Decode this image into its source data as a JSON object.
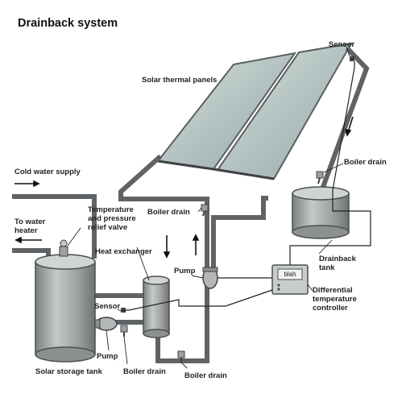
{
  "title": "Drainback system",
  "labels": {
    "sensor_top": "Sensor",
    "solar_panels": "Solar thermal panels",
    "boiler_drain_right": "Boiler drain",
    "cold_water_supply": "Cold water supply",
    "to_water_heater": [
      "To water",
      "heater"
    ],
    "tp_relief_valve": [
      "Temperature",
      "and pressure",
      "relief valve"
    ],
    "boiler_drain_mid": "Boiler drain",
    "heat_exchanger": "Heat exchanger",
    "pump_right": "Pump",
    "drainback_tank": [
      "Drainback",
      "tank"
    ],
    "differential_controller": [
      "Differential",
      "temperature",
      "controller"
    ],
    "sensor_bottom": "Sensor",
    "pump_left": "Pump",
    "solar_storage_tank": "Solar storage tank",
    "boiler_drain_bottom_left": "Boiler drain",
    "boiler_drain_bottom": "Boiler drain",
    "controller_display": "blah"
  },
  "colors": {
    "pipe": "#5f6366",
    "pipe_edge": "#3e4144",
    "panel": "#b9c7c5",
    "tank": "#a9adad",
    "arrow": "#111111"
  }
}
